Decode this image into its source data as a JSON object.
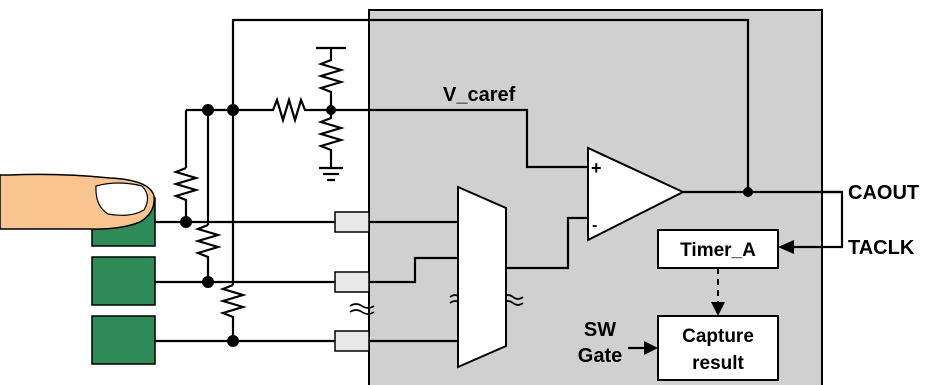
{
  "labels": {
    "v_caref": "V_caref",
    "caout": "CAOUT",
    "taclk": "TACLK",
    "timer_a": "Timer_A",
    "capture_line1": "Capture",
    "capture_line2": "result",
    "sw_line1": "SW",
    "sw_line2": "Gate",
    "comp_plus": "+",
    "comp_minus": "-"
  },
  "colors": {
    "chip_fill": "#d0d0d0",
    "pad_fill": "#2e8b57",
    "finger_fill": "#f9c48f",
    "nail_fill": "#ffffff",
    "connector_fill": "#e8e8e8"
  },
  "icons": [
    "finger-icon",
    "resistor-icon",
    "ground-icon",
    "comparator-icon",
    "multiplexer-icon"
  ]
}
